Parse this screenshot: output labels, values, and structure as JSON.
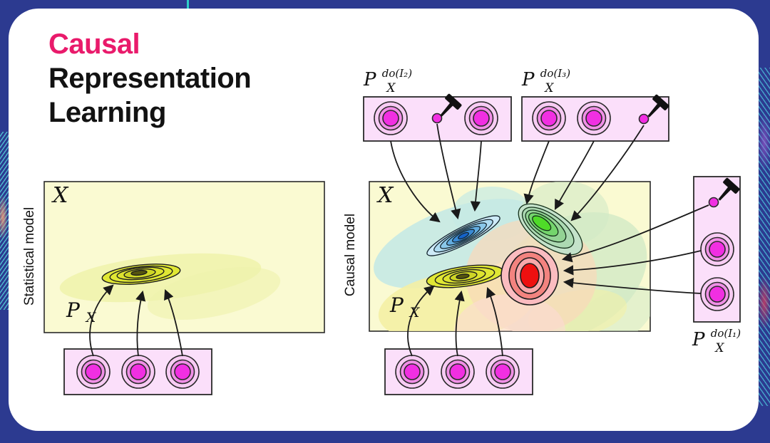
{
  "title": {
    "line1": "Causal",
    "line2": "Representation",
    "line3": "Learning"
  },
  "panels": {
    "left": {
      "side_label": "Statistical model",
      "space_label": "X",
      "dist": {
        "base": "P",
        "sub": "X"
      }
    },
    "right": {
      "side_label": "Causal model",
      "space_label": "X",
      "dist": {
        "base": "P",
        "sub": "X"
      }
    }
  },
  "interventions": {
    "i1": {
      "base": "P",
      "sup": "do(I₁)",
      "sub": "X"
    },
    "i2": {
      "base": "P",
      "sup": "do(I₂)",
      "sub": "X"
    },
    "i3": {
      "base": "P",
      "sup": "do(I₃)",
      "sub": "X"
    }
  },
  "icons": {
    "hammer": "hammer-icon",
    "intervention_dot": "magenta-dot"
  },
  "colors": {
    "background": "#2C3A90",
    "card": "#FFFFFF",
    "accent_pink": "#E91A6B",
    "panel_fill": "#FAFAD2",
    "pink_box_fill": "#FBDFFA",
    "node_outer": "#F7CBF3",
    "node_ring": "#F08FE6",
    "node_core": "#F12FE2",
    "contour_yellow": "#E4EA3E",
    "contour_blue_core": "#1563C9",
    "contour_green_core": "#4FDB28",
    "red_target_core": "#EE1010",
    "decor_teal": "#2ED0C8"
  }
}
